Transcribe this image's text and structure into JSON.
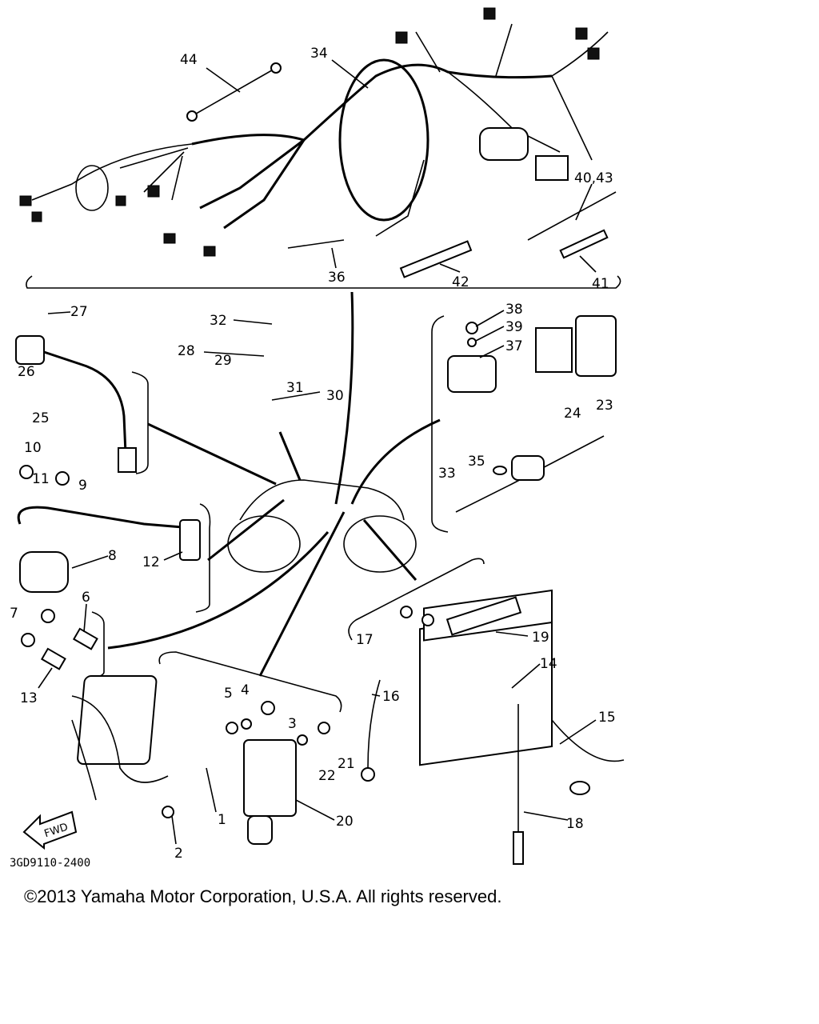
{
  "diagram": {
    "drawing_code": "3GD9110-2400",
    "fwd_label": "FWD",
    "labels": [
      "1",
      "2",
      "3",
      "4",
      "5",
      "6",
      "7",
      "8",
      "9",
      "10",
      "11",
      "12",
      "13",
      "14",
      "15",
      "16",
      "17",
      "18",
      "19",
      "20",
      "21",
      "22",
      "23",
      "24",
      "25",
      "26",
      "27",
      "28",
      "29",
      "30",
      "31",
      "32",
      "33",
      "34",
      "35",
      "36",
      "37",
      "38",
      "39",
      "40,43",
      "41",
      "42",
      "44"
    ]
  },
  "footer": {
    "copyright": "©2013 Yamaha Motor Corporation, U.S.A. All rights reserved."
  }
}
